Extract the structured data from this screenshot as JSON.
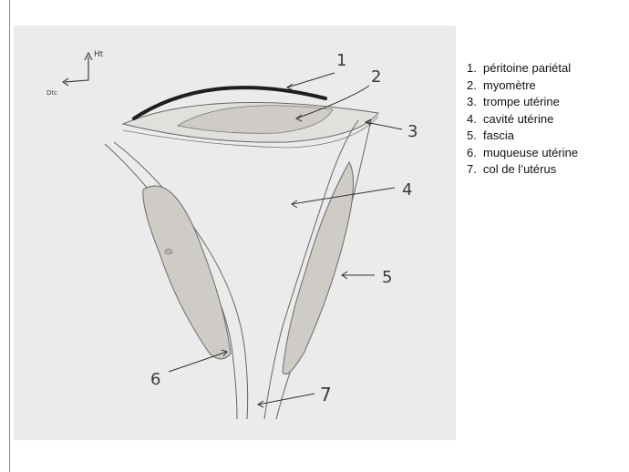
{
  "orientation": {
    "up_label": "Ht",
    "lateral_label": "Dtc"
  },
  "figure_numbers": [
    "1",
    "2",
    "3",
    "4",
    "5",
    "6",
    "7"
  ],
  "legend": [
    {
      "num": "1.",
      "text": "péritoine pariétal"
    },
    {
      "num": "2.",
      "text": "myomètre"
    },
    {
      "num": "3.",
      "text": "trompe utérine"
    },
    {
      "num": "4.",
      "text": "cavité utérine"
    },
    {
      "num": "5.",
      "text": "fascia"
    },
    {
      "num": "6.",
      "text": "muqueuse utérine"
    },
    {
      "num": "7.",
      "text": "col de l’utérus"
    }
  ],
  "colors": {
    "paper": "#ebebeb",
    "pencil": "#555555",
    "shading": "#cfcbc6",
    "ink": "#222222"
  }
}
